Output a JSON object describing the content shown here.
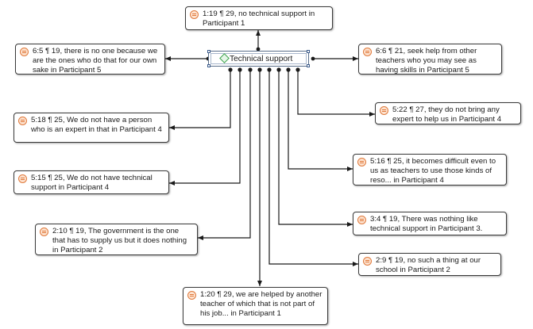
{
  "center": {
    "label": "Technical support"
  },
  "quotations": [
    {
      "id": "q-1-19",
      "text": "1:19 ¶ 29, no technical support in Participant 1"
    },
    {
      "id": "q-6-5",
      "text": "6:5 ¶ 19, there is no one because we are the ones who do that for our own sake in Participant 5"
    },
    {
      "id": "q-6-6",
      "text": "6:6 ¶ 21, seek help from other teachers who you may see as having skills in Participant 5"
    },
    {
      "id": "q-5-18",
      "text": "5:18 ¶ 25, We do not have a person who is an expert in that in Participant 4"
    },
    {
      "id": "q-5-22",
      "text": "5:22 ¶ 27, they do not bring any expert to help us in Participant 4"
    },
    {
      "id": "q-5-16",
      "text": "5:16 ¶ 25, it becomes difficult even to us as teachers to use those kinds of reso... in Participant 4"
    },
    {
      "id": "q-5-15",
      "text": "5:15 ¶ 25, We do not have technical support in Participant 4"
    },
    {
      "id": "q-3-4",
      "text": "3:4 ¶ 19, There was nothing like technical support in Participant 3."
    },
    {
      "id": "q-2-10",
      "text": "2:10 ¶ 19, The government is the one that has to supply us but it does nothing in Participant 2"
    },
    {
      "id": "q-2-9",
      "text": "2:9 ¶ 19, no such a thing at our school in Participant 2"
    },
    {
      "id": "q-1-20",
      "text": "1:20 ¶ 29, we are helped by another teacher of which that is not part of his job... in Participant 1"
    }
  ],
  "colors": {
    "quote_icon": "#e07a3c",
    "code_icon": "#3aa14a",
    "selection": "#3a5a8a"
  }
}
